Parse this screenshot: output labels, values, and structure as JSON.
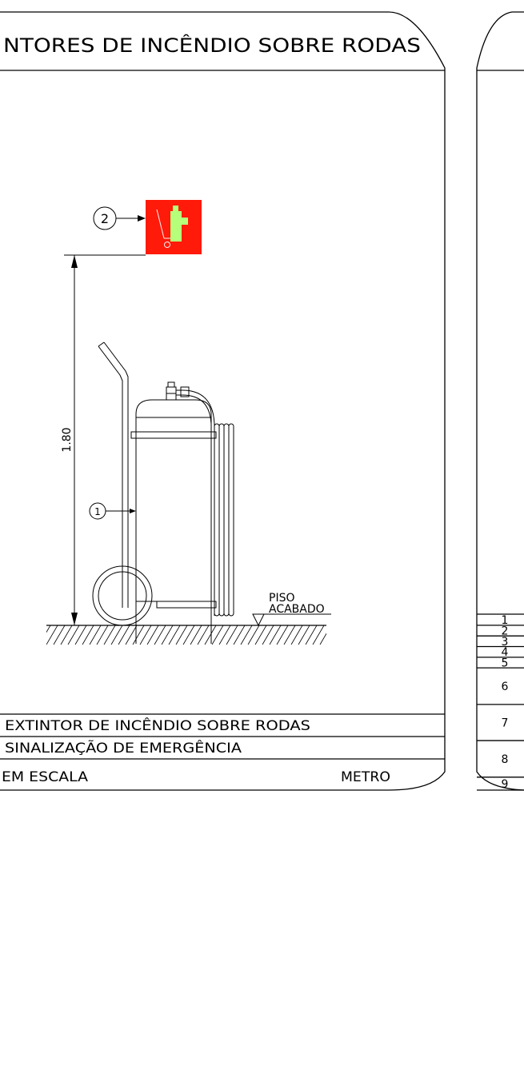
{
  "left_sheet": {
    "title": "NTORES DE INCÊNDIO SOBRE RODAS",
    "callout_extinguisher": "1",
    "callout_sign": "2",
    "dimension_height": "1.80",
    "floor_label_line1": "PISO",
    "floor_label_line2": "ACABADO",
    "legend": [
      {
        "text": "EXTINTOR DE INCÊNDIO SOBRE RODAS"
      },
      {
        "text": "SINALIZAÇÃO DE EMERGÊNCIA"
      }
    ],
    "scale_text": "EM ESCALA",
    "unit_text": "METRO"
  },
  "right_sheet": {
    "row_numbers": [
      "1",
      "2",
      "3",
      "4",
      "5",
      "6",
      "7",
      "8",
      "9"
    ]
  },
  "colors": {
    "sign_background": "#ff1a0a",
    "sign_symbol": "#b6ff7a",
    "line": "#000000"
  }
}
